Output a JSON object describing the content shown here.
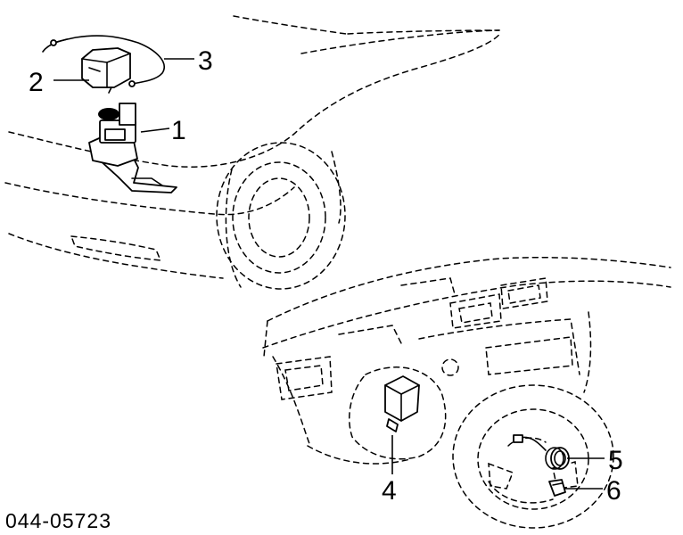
{
  "callouts": {
    "c1": "1",
    "c2": "2",
    "c3": "3",
    "c4": "4",
    "c5": "5",
    "c6": "6"
  },
  "diagram_code": "044-05723"
}
